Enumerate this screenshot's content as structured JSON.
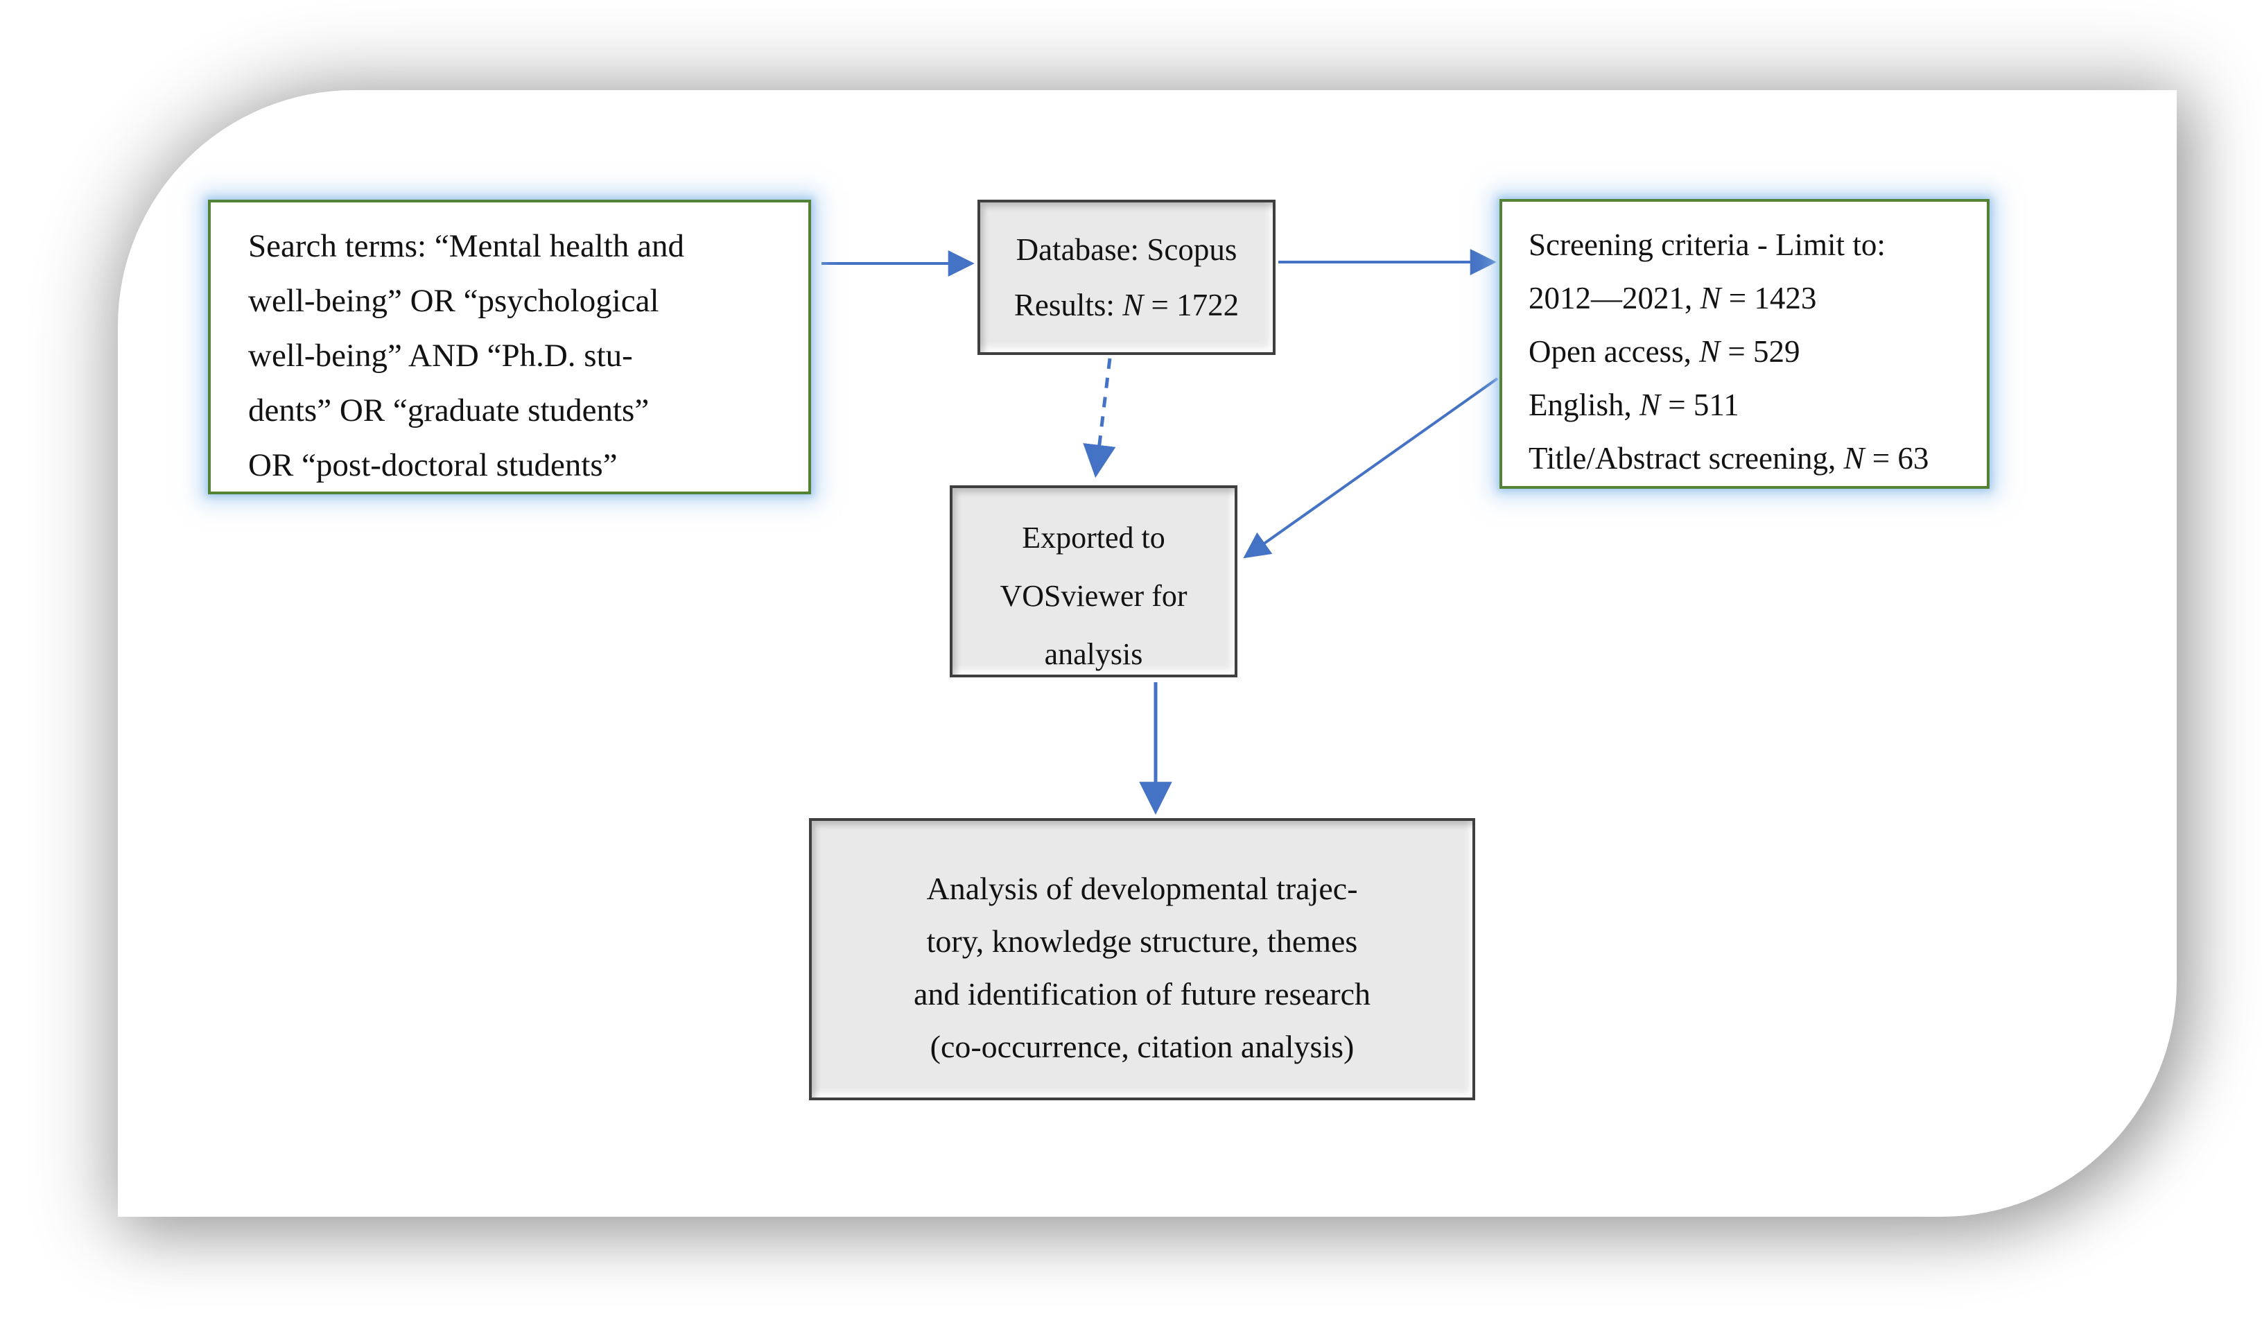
{
  "colors": {
    "green_border": "#538135",
    "blue_glow": "#9ec7ee",
    "arrow_blue": "#4472c4",
    "box_fill": "#e9e9e9",
    "box_border": "#3f3f3f",
    "text": "#121212",
    "page_bg": "#ffffff",
    "card_bg": "#ffffff"
  },
  "flowchart": {
    "search_box": {
      "lines": [
        "Search terms: “Mental health and",
        "well-being” OR “psychological",
        "well-being” AND “Ph.D. stu-",
        "dents” OR “graduate students”",
        "OR “post-doctoral students”"
      ]
    },
    "database_box": {
      "lines": [
        "Database: Scopus",
        "Results: *N* = 1722"
      ]
    },
    "screening_box": {
      "lines": [
        "Screening criteria - Limit to:",
        "2012—2021, *N* = 1423",
        "Open access, *N* = 529",
        "English, *N* = 511",
        "Title/Abstract screening, *N* = 63"
      ]
    },
    "export_box": {
      "lines": [
        "Exported to",
        "VOSviewer for",
        "analysis"
      ]
    },
    "analysis_box": {
      "lines": [
        "Analysis of developmental trajec-",
        "tory, knowledge structure, themes",
        "and identification of future research",
        "(co-occurrence, citation analysis)"
      ]
    },
    "arrows": [
      {
        "name": "search-to-database",
        "style": "solid"
      },
      {
        "name": "database-to-screening",
        "style": "solid"
      },
      {
        "name": "database-to-export",
        "style": "dashed"
      },
      {
        "name": "screening-to-export",
        "style": "solid"
      },
      {
        "name": "export-to-analysis",
        "style": "solid"
      }
    ]
  }
}
